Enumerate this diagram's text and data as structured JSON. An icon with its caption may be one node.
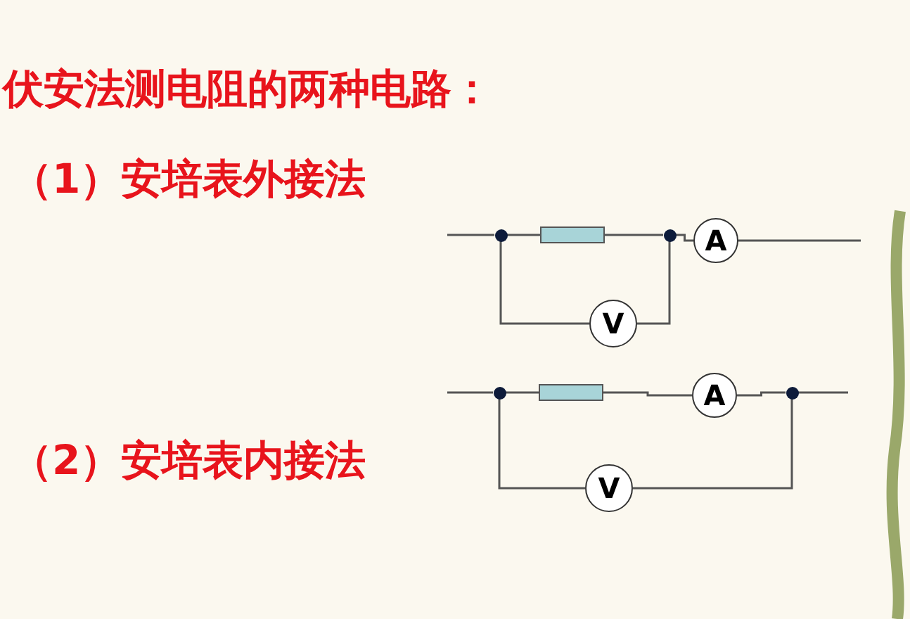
{
  "diagram": {
    "title": "伏安法测电阻的两种电路：",
    "nodes": [
      {
        "text": [],
        "shape": "circle"
      },
      {
        "text": [],
        "shape": "box"
      },
      {
        "text": [],
        "shape": "circle"
      },
      {
        "text": [
          "A"
        ]
      },
      {
        "text": [
          "V"
        ]
      },
      {
        "text": [],
        "shape": "circle"
      },
      {
        "text": [],
        "shape": "box"
      },
      {
        "text": [
          "A"
        ]
      },
      {
        "text": [],
        "shape": "circle"
      },
      {
        "text": [
          "V"
        ]
      }
    ],
    "edges": [
      {
        "from": null,
        "to": 0,
        "arrow": "none"
      },
      {
        "from": 0,
        "to": 1,
        "arrow": "none"
      },
      {
        "from": 1,
        "to": 2,
        "arrow": "none"
      },
      {
        "from": 2,
        "to": 3,
        "arrow": "none"
      },
      {
        "from": 3,
        "to": null,
        "arrow": "none"
      },
      {
        "from": 0,
        "to": 4,
        "arrow": "none"
      },
      {
        "from": 4,
        "to": 2,
        "arrow": "none"
      },
      {
        "from": null,
        "to": 5,
        "arrow": "none"
      },
      {
        "from": 5,
        "to": 6,
        "arrow": "none"
      },
      {
        "from": 6,
        "to": 7,
        "arrow": "none"
      },
      {
        "from": 7,
        "to": 8,
        "arrow": "none"
      },
      {
        "from": 8,
        "to": null,
        "arrow": "none"
      },
      {
        "from": 5,
        "to": 9,
        "arrow": "none"
      },
      {
        "from": 9,
        "to": 8,
        "arrow": "none"
      }
    ],
    "labels": [
      "（1）安培表外接法",
      "（2）安培表内接法"
    ]
  }
}
